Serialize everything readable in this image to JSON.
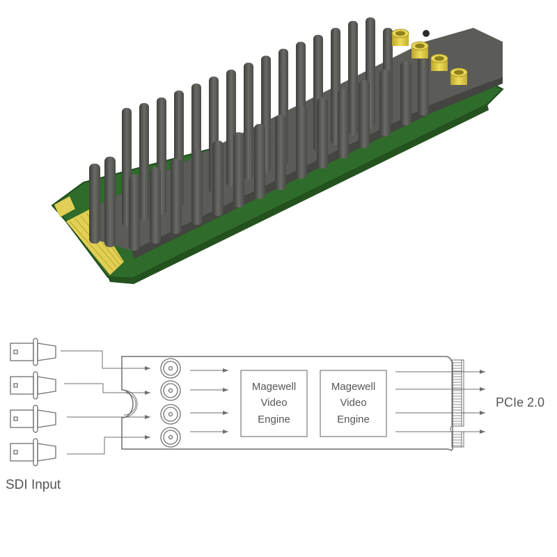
{
  "product_photo": {
    "description": "M.2 SDI capture card with pin-fin heatsink, 4 gold SDI connectors, green PCB",
    "colors": {
      "pcb": "#2f6b2a",
      "heatsink": "#5b5b58",
      "connector": "#d9c43a",
      "contacts": "#e2cf55"
    }
  },
  "diagram": {
    "input_label": "SDI Input",
    "output_label": "PCIe 2.0",
    "engines": [
      {
        "line1": "Magewell",
        "line2": "Video",
        "line3": "Engine"
      },
      {
        "line1": "Magewell",
        "line2": "Video",
        "line3": "Engine"
      }
    ],
    "input_count": 4,
    "output_count": 4,
    "colors": {
      "stroke": "#6e6e6e",
      "text": "#555555"
    }
  }
}
